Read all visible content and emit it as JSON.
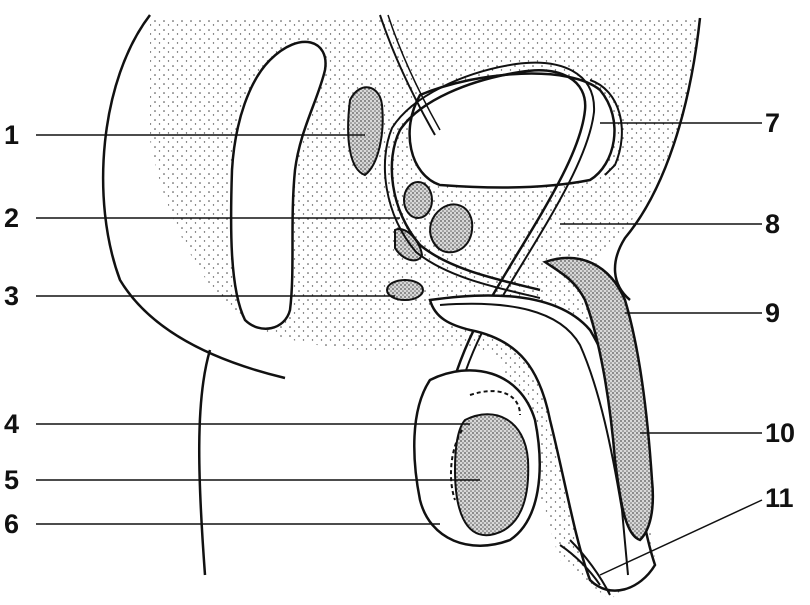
{
  "labels": {
    "left": [
      "1",
      "2",
      "3",
      "4",
      "5",
      "6"
    ],
    "right": [
      "7",
      "8",
      "9",
      "10",
      "11"
    ]
  }
}
